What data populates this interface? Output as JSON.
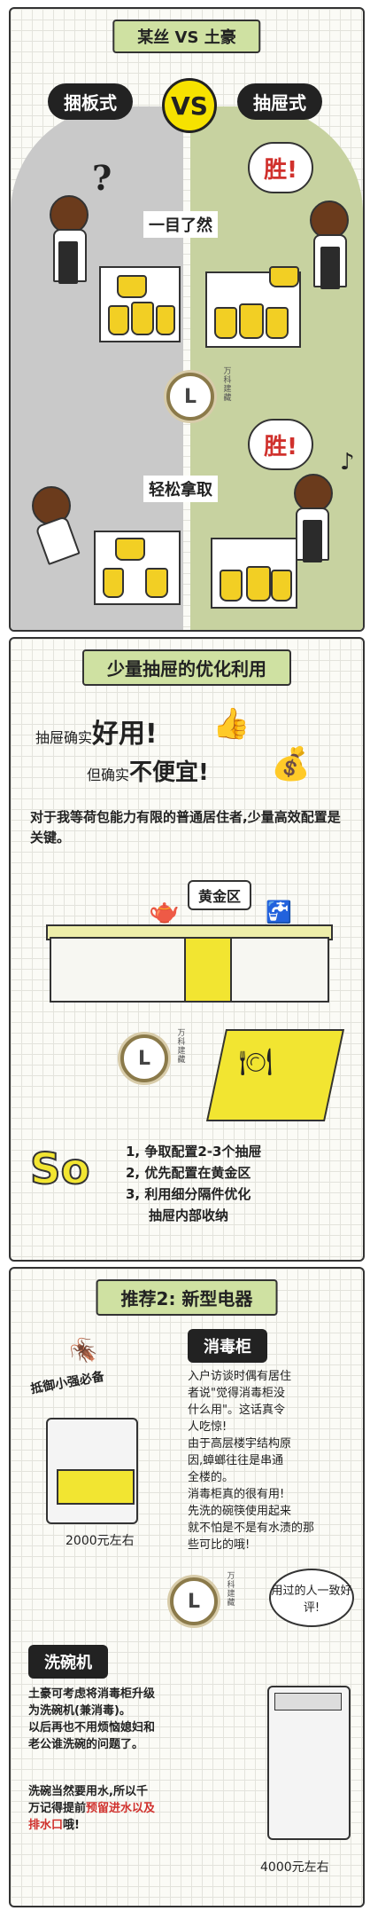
{
  "section1": {
    "title": "某丝 VS 土豪",
    "left_label": "捆板式",
    "vs": "VS",
    "right_label": "抽屉式",
    "win_top": "胜!",
    "caption_top": "一目了然",
    "win_bottom": "胜!",
    "caption_bottom": "轻松拿取",
    "question_mark": "?",
    "music": "♪",
    "logo_letter": "L",
    "logo_tag": "万科建藏"
  },
  "section2": {
    "title": "少量抽屉的优化利用",
    "line1_prefix": "抽屉确实",
    "line1_big": "好用!",
    "line2_prefix": "但确实",
    "line2_big": "不便宜!",
    "para": "对于我等荷包能力有限的普通居住者,少量高效配置是关键。",
    "gold_label": "黄金区",
    "so": "So",
    "points": [
      "1, 争取配置2-3个抽屉",
      "2, 优先配置在黄金区",
      "3, 利用细分隔件优化",
      "抽屉内部收纳"
    ],
    "logo_letter": "L",
    "logo_tag": "万科建藏"
  },
  "section3": {
    "title": "推荐2: 新型电器",
    "cabinet_label": "消毒柜",
    "bug_caption": "抵御小强必备",
    "cabinet_text": [
      "入户访谈时偶有居住",
      "者说\"觉得消毒柜没",
      "什么用\"。这话真令",
      "人吃惊!",
      "由于高层楼宇结构原",
      "因,蟑螂往往是串通",
      "全楼的。",
      "消毒柜真的很有用!",
      "先洗的碗筷使用起来",
      "就不怕是不是有水渍的那",
      "些可比的哦!"
    ],
    "cabinet_price": "2000元左右",
    "praise": "用过的人一致好评!",
    "dishwasher_label": "洗碗机",
    "dishwasher_text": [
      "土豪可考虑将消毒柜升级",
      "为洗碗机(兼消毒)。",
      "以后再也不用烦恼媳妇和",
      "老公谁洗碗的问题了。"
    ],
    "drain_prefix": "洗碗当然要用水,所以千",
    "drain_mid": "万记得提前",
    "drain_red": "预留进水以及",
    "drain_red2": "排水口",
    "drain_suffix": "哦!",
    "dishwasher_price": "4000元左右",
    "logo_letter": "L",
    "logo_tag": "万科建藏"
  },
  "colors": {
    "accent": "#cfe1a2",
    "yellow": "#f2cf24",
    "red": "#d0312d",
    "dark": "#222222"
  }
}
